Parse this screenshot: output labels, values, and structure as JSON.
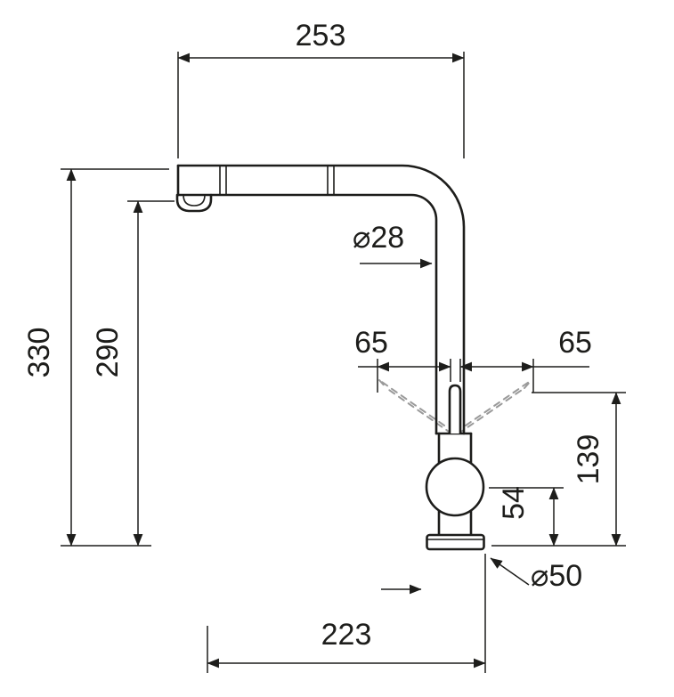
{
  "drawing": {
    "labels": {
      "top_width": "253",
      "total_height": "330",
      "spout_height": "290",
      "spout_diameter": "⌀28",
      "lever_swing_left": "65",
      "lever_swing_right": "65",
      "body_height": "139",
      "sphere_height": "54",
      "base_diameter": "⌀50",
      "reach": "223"
    },
    "colors": {
      "line": "#1d1d1b",
      "dashed": "#9a9a9a",
      "background": "#ffffff"
    }
  }
}
